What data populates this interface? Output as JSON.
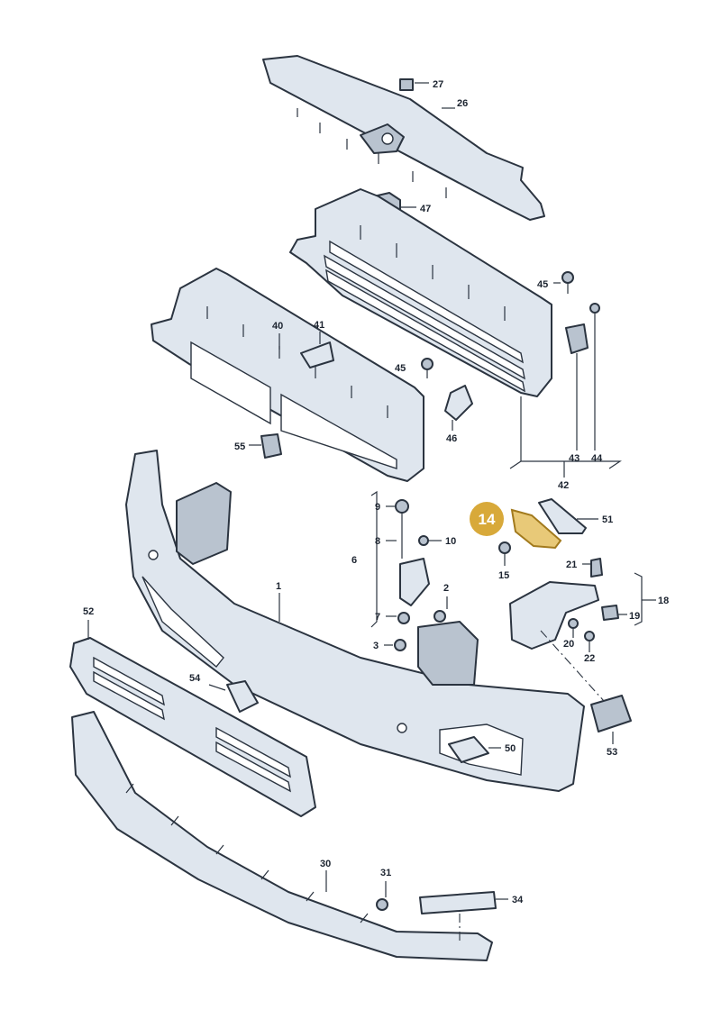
{
  "callouts": [
    {
      "id": "c27",
      "label": "27"
    },
    {
      "id": "c26",
      "label": "26"
    },
    {
      "id": "c47",
      "label": "47"
    },
    {
      "id": "c45a",
      "label": "45"
    },
    {
      "id": "c44",
      "label": "44"
    },
    {
      "id": "c40",
      "label": "40"
    },
    {
      "id": "c41",
      "label": "41"
    },
    {
      "id": "c45b",
      "label": "45"
    },
    {
      "id": "c46",
      "label": "46"
    },
    {
      "id": "c43",
      "label": "43"
    },
    {
      "id": "c55",
      "label": "55"
    },
    {
      "id": "c42",
      "label": "42"
    },
    {
      "id": "c9",
      "label": "9"
    },
    {
      "id": "c51",
      "label": "51"
    },
    {
      "id": "c8",
      "label": "8"
    },
    {
      "id": "c10",
      "label": "10"
    },
    {
      "id": "c6",
      "label": "6"
    },
    {
      "id": "c15",
      "label": "15"
    },
    {
      "id": "c21",
      "label": "21"
    },
    {
      "id": "c1",
      "label": "1"
    },
    {
      "id": "c2",
      "label": "2"
    },
    {
      "id": "c18",
      "label": "18"
    },
    {
      "id": "c52",
      "label": "52"
    },
    {
      "id": "c7",
      "label": "7"
    },
    {
      "id": "c19",
      "label": "19"
    },
    {
      "id": "c20",
      "label": "20"
    },
    {
      "id": "c3",
      "label": "3"
    },
    {
      "id": "c22",
      "label": "22"
    },
    {
      "id": "c54",
      "label": "54"
    },
    {
      "id": "c50",
      "label": "50"
    },
    {
      "id": "c53",
      "label": "53"
    },
    {
      "id": "c30",
      "label": "30"
    },
    {
      "id": "c31",
      "label": "31"
    },
    {
      "id": "c34",
      "label": "34"
    }
  ],
  "highlight": {
    "label": "14",
    "color": "#d8a93a"
  }
}
